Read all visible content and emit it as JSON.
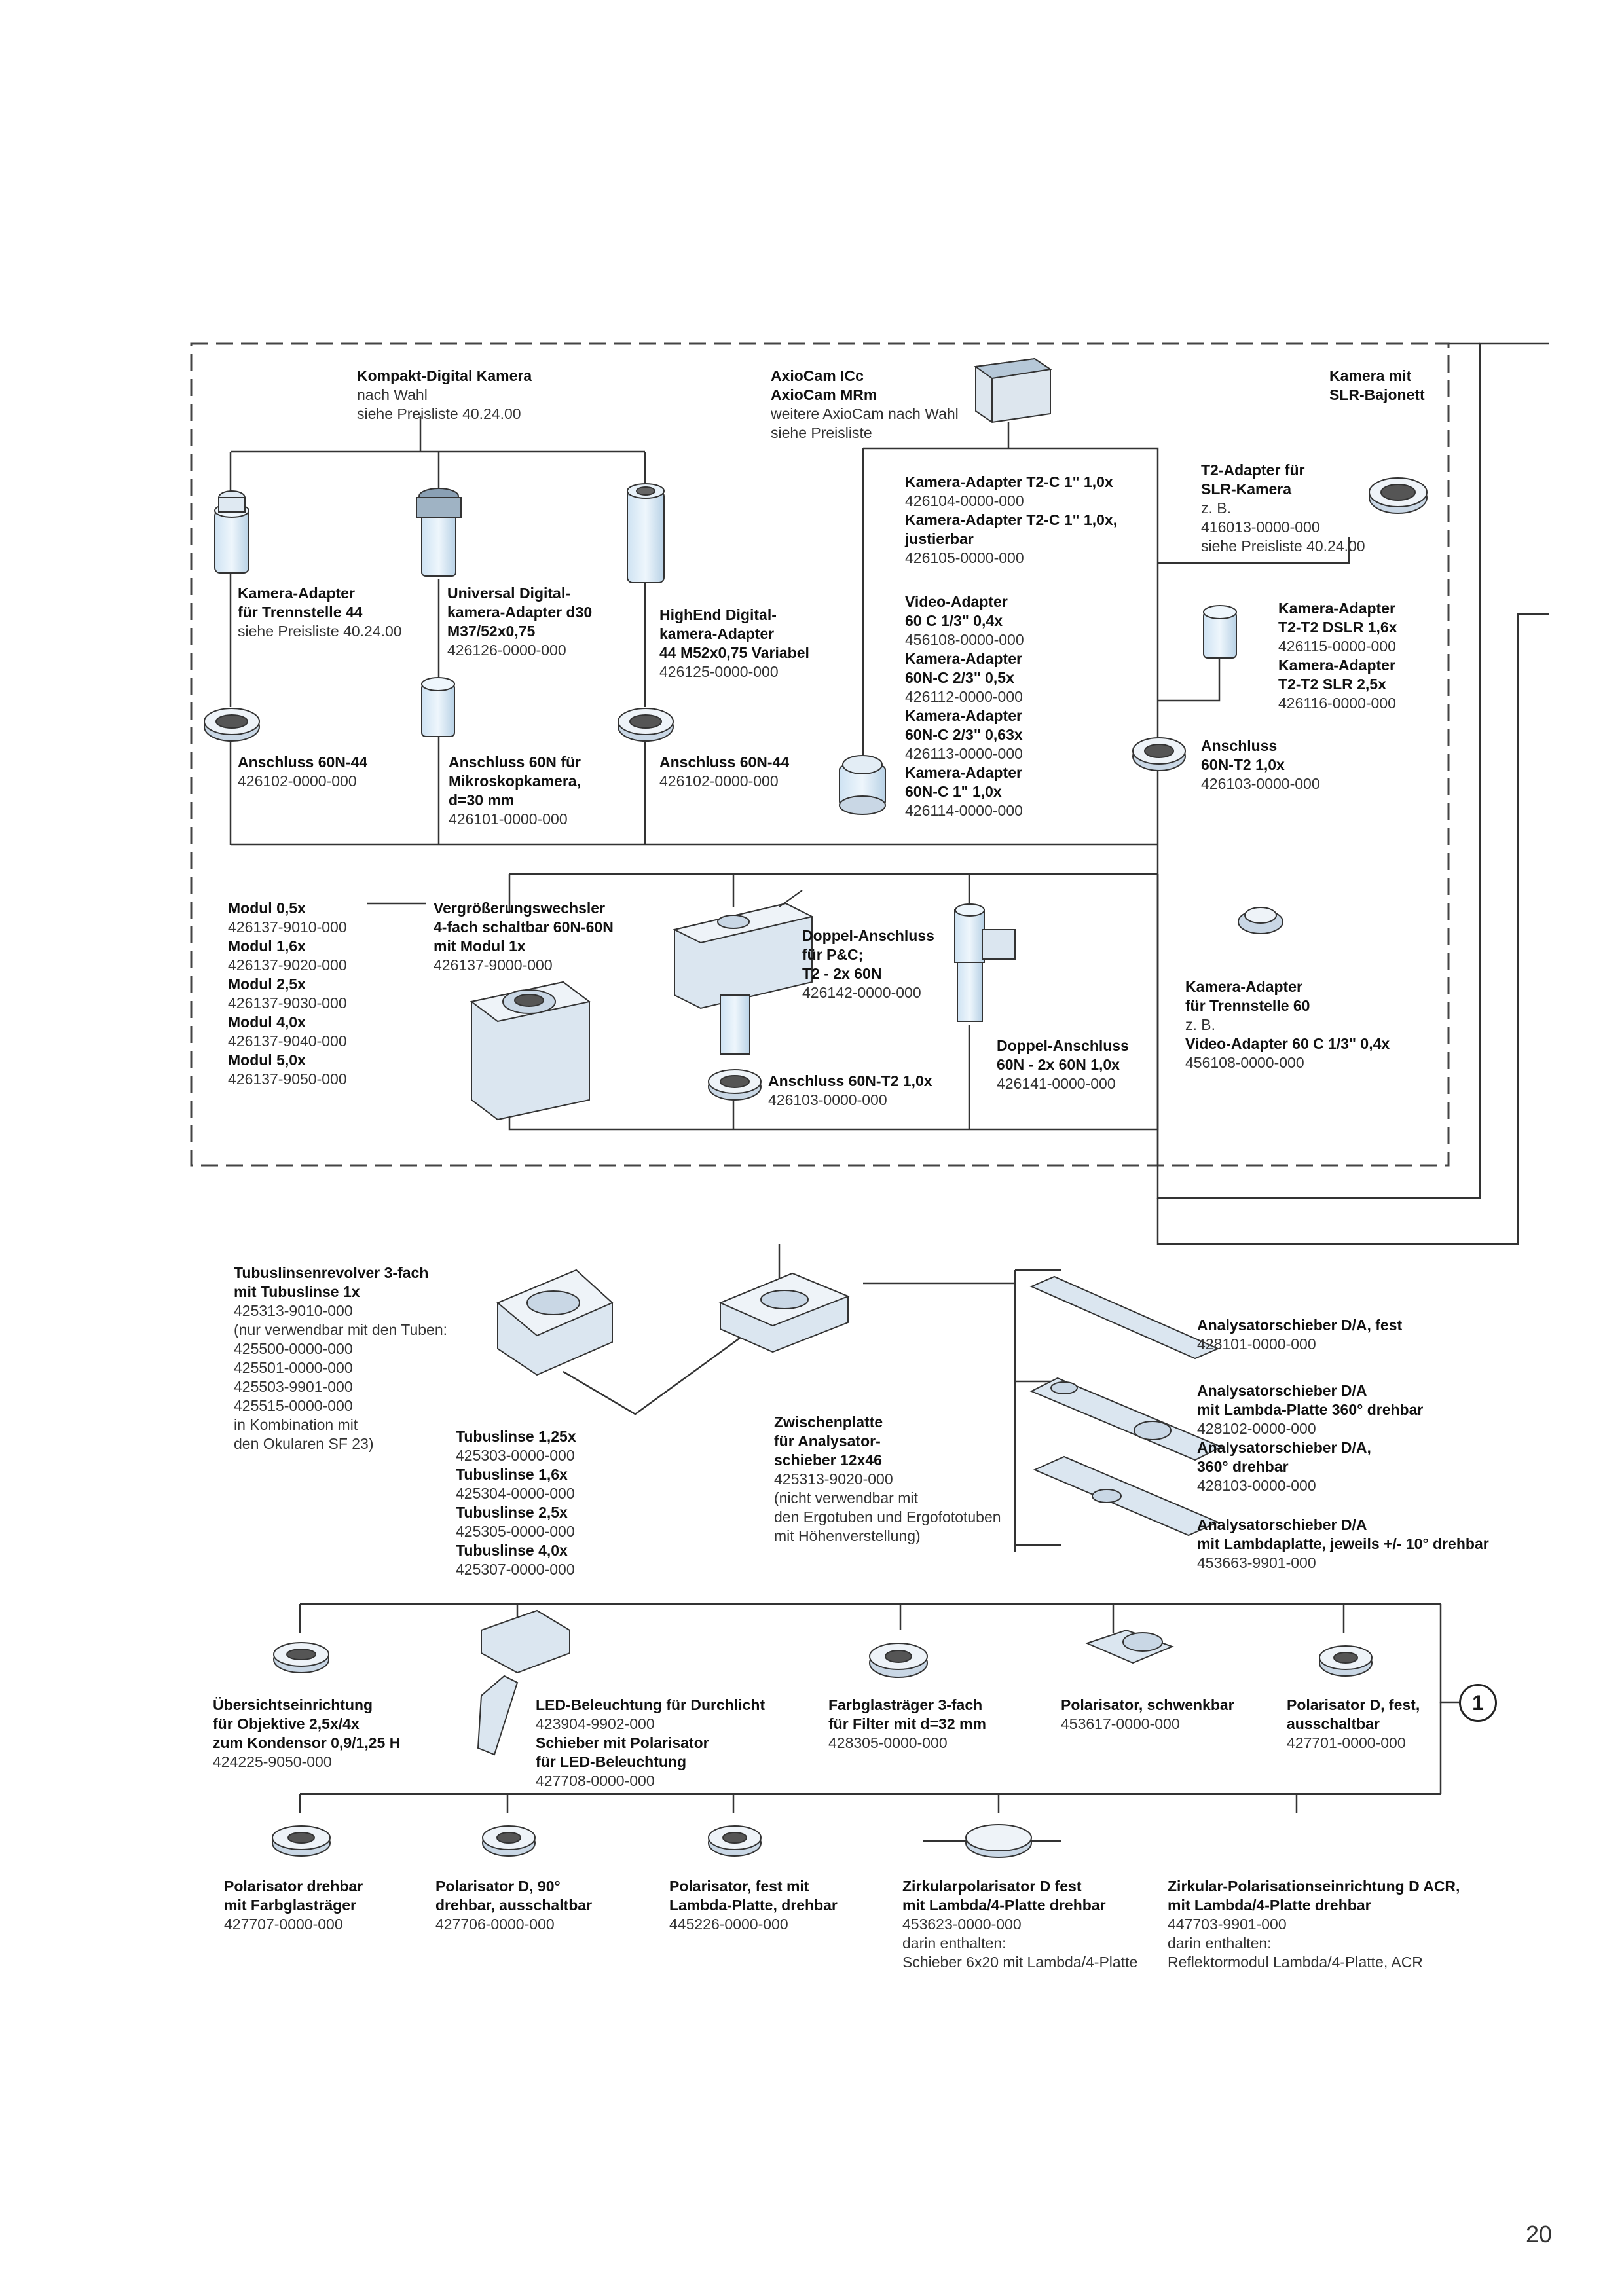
{
  "page_number": "20",
  "marker": "1",
  "labels": {
    "kompakt": [
      {
        "t": "Kompakt-Digital Kamera",
        "b": true
      },
      {
        "t": "nach Wahl",
        "b": false
      },
      {
        "t": "siehe Preisliste 40.24.00",
        "b": false
      }
    ],
    "axiocam": [
      {
        "t": "AxioCam ICc",
        "b": true
      },
      {
        "t": "AxioCam MRm",
        "b": true
      },
      {
        "t": "weitere AxioCam nach Wahl",
        "b": false
      },
      {
        "t": "siehe Preisliste",
        "b": false
      }
    ],
    "slr_cam": [
      {
        "t": "Kamera mit",
        "b": true
      },
      {
        "t": "SLR-Bajonett",
        "b": true
      }
    ],
    "t2c": [
      {
        "t": "Kamera-Adapter T2-C 1\" 1,0x",
        "b": true
      },
      {
        "t": "426104-0000-000",
        "b": false
      },
      {
        "t": "Kamera-Adapter T2-C 1\" 1,0x,",
        "b": true
      },
      {
        "t": "justierbar",
        "b": true
      },
      {
        "t": "426105-0000-000",
        "b": false
      }
    ],
    "t2slr": [
      {
        "t": "T2-Adapter für",
        "b": true
      },
      {
        "t": "SLR-Kamera",
        "b": true
      },
      {
        "t": "z. B.",
        "b": false
      },
      {
        "t": "416013-0000-000",
        "b": false
      },
      {
        "t": "siehe Preisliste 40.24.00",
        "b": false
      }
    ],
    "trenn44": [
      {
        "t": "Kamera-Adapter",
        "b": true
      },
      {
        "t": "für Trennstelle 44",
        "b": true
      },
      {
        "t": "siehe Preisliste 40.24.00",
        "b": false
      }
    ],
    "univ": [
      {
        "t": "Universal Digital-",
        "b": true
      },
      {
        "t": "kamera-Adapter d30",
        "b": true
      },
      {
        "t": "M37/52x0,75",
        "b": true
      },
      {
        "t": "426126-0000-000",
        "b": false
      }
    ],
    "highend": [
      {
        "t": "HighEnd Digital-",
        "b": true
      },
      {
        "t": "kamera-Adapter",
        "b": true
      },
      {
        "t": "44 M52x0,75  Variabel",
        "b": true
      },
      {
        "t": "426125-0000-000",
        "b": false
      }
    ],
    "video": [
      {
        "t": "Video-Adapter",
        "b": true
      },
      {
        "t": "60 C 1/3\" 0,4x",
        "b": true
      },
      {
        "t": "456108-0000-000",
        "b": false
      },
      {
        "t": "Kamera-Adapter",
        "b": true
      },
      {
        "t": "60N-C 2/3\" 0,5x",
        "b": true
      },
      {
        "t": "426112-0000-000",
        "b": false
      },
      {
        "t": "Kamera-Adapter",
        "b": true
      },
      {
        "t": "60N-C 2/3\" 0,63x",
        "b": true
      },
      {
        "t": "426113-0000-000",
        "b": false
      },
      {
        "t": "Kamera-Adapter",
        "b": true
      },
      {
        "t": "60N-C 1\" 1,0x",
        "b": true
      },
      {
        "t": "426114-0000-000",
        "b": false
      }
    ],
    "t2t2": [
      {
        "t": "Kamera-Adapter",
        "b": true
      },
      {
        "t": "T2-T2 DSLR 1,6x",
        "b": true
      },
      {
        "t": "426115-0000-000",
        "b": false
      },
      {
        "t": "Kamera-Adapter",
        "b": true
      },
      {
        "t": "T2-T2 SLR 2,5x",
        "b": true
      },
      {
        "t": "426116-0000-000",
        "b": false
      }
    ],
    "ans44a": [
      {
        "t": "Anschluss 60N-44",
        "b": true
      },
      {
        "t": "426102-0000-000",
        "b": false
      }
    ],
    "ans60n": [
      {
        "t": "Anschluss 60N für",
        "b": true
      },
      {
        "t": "Mikroskopkamera,",
        "b": true
      },
      {
        "t": "d=30 mm",
        "b": true
      },
      {
        "t": "426101-0000-000",
        "b": false
      }
    ],
    "ans44b": [
      {
        "t": "Anschluss 60N-44",
        "b": true
      },
      {
        "t": "426102-0000-000",
        "b": false
      }
    ],
    "ansT2a": [
      {
        "t": "Anschluss",
        "b": true
      },
      {
        "t": "60N-T2 1,0x",
        "b": true
      },
      {
        "t": "426103-0000-000",
        "b": false
      }
    ],
    "modul": [
      {
        "t": "Modul 0,5x",
        "b": true
      },
      {
        "t": "426137-9010-000",
        "b": false
      },
      {
        "t": "Modul 1,6x",
        "b": true
      },
      {
        "t": "426137-9020-000",
        "b": false
      },
      {
        "t": "Modul 2,5x",
        "b": true
      },
      {
        "t": "426137-9030-000",
        "b": false
      },
      {
        "t": "Modul 4,0x",
        "b": true
      },
      {
        "t": "426137-9040-000",
        "b": false
      },
      {
        "t": "Modul 5,0x",
        "b": true
      },
      {
        "t": "426137-9050-000",
        "b": false
      }
    ],
    "vergr": [
      {
        "t": "Vergrößerungswechsler",
        "b": true
      },
      {
        "t": "4-fach schaltbar 60N-60N",
        "b": true
      },
      {
        "t": "mit Modul 1x",
        "b": true
      },
      {
        "t": "426137-9000-000",
        "b": false
      }
    ],
    "doppelpc": [
      {
        "t": "Doppel-Anschluss",
        "b": true
      },
      {
        "t": "für P&C;",
        "b": true
      },
      {
        "t": "T2 - 2x 60N",
        "b": true
      },
      {
        "t": "426142-0000-000",
        "b": false
      }
    ],
    "ansT2b": [
      {
        "t": "Anschluss 60N-T2 1,0x",
        "b": true
      },
      {
        "t": "426103-0000-000",
        "b": false
      }
    ],
    "doppel60": [
      {
        "t": "Doppel-Anschluss",
        "b": true
      },
      {
        "t": "60N - 2x 60N 1,0x",
        "b": true
      },
      {
        "t": "426141-0000-000",
        "b": false
      }
    ],
    "trenn60": [
      {
        "t": "Kamera-Adapter",
        "b": true
      },
      {
        "t": "für Trennstelle 60",
        "b": true
      },
      {
        "t": "z. B.",
        "b": false
      },
      {
        "t": "Video-Adapter 60 C 1/3\" 0,4x",
        "b": true
      },
      {
        "t": "456108-0000-000",
        "b": false
      }
    ],
    "tubusrev": [
      {
        "t": "Tubuslinsenrevolver 3-fach",
        "b": true
      },
      {
        "t": "mit Tubuslinse 1x",
        "b": true
      },
      {
        "t": "425313-9010-000",
        "b": false
      },
      {
        "t": "(nur verwendbar mit den Tuben:",
        "b": false
      },
      {
        "t": "425500-0000-000",
        "b": false
      },
      {
        "t": "425501-0000-000",
        "b": false
      },
      {
        "t": "425503-9901-000",
        "b": false
      },
      {
        "t": "425515-0000-000",
        "b": false
      },
      {
        "t": "in Kombination mit",
        "b": false
      },
      {
        "t": "den Okularen SF 23)",
        "b": false
      }
    ],
    "tubuslinse": [
      {
        "t": "Tubuslinse 1,25x",
        "b": true
      },
      {
        "t": "425303-0000-000",
        "b": false
      },
      {
        "t": "Tubuslinse 1,6x",
        "b": true
      },
      {
        "t": "425304-0000-000",
        "b": false
      },
      {
        "t": "Tubuslinse 2,5x",
        "b": true
      },
      {
        "t": "425305-0000-000",
        "b": false
      },
      {
        "t": "Tubuslinse 4,0x",
        "b": true
      },
      {
        "t": "425307-0000-000",
        "b": false
      }
    ],
    "zwischen": [
      {
        "t": "Zwischenplatte",
        "b": true
      },
      {
        "t": "für Analysator-",
        "b": true
      },
      {
        "t": "schieber 12x46",
        "b": true
      },
      {
        "t": "425313-9020-000",
        "b": false
      },
      {
        "t": "(nicht verwendbar mit",
        "b": false
      },
      {
        "t": "den Ergotuben und Ergofototuben",
        "b": false
      },
      {
        "t": "mit Höhenverstellung)",
        "b": false
      }
    ],
    "ana1": [
      {
        "t": "Analysatorschieber D/A, fest",
        "b": true
      },
      {
        "t": "428101-0000-000",
        "b": false
      }
    ],
    "ana2": [
      {
        "t": "Analysatorschieber D/A",
        "b": true
      },
      {
        "t": "mit Lambda-Platte 360° drehbar",
        "b": true
      },
      {
        "t": "428102-0000-000",
        "b": false
      },
      {
        "t": "Analysatorschieber D/A,",
        "b": true
      },
      {
        "t": "360° drehbar",
        "b": true
      },
      {
        "t": "428103-0000-000",
        "b": false
      }
    ],
    "ana3": [
      {
        "t": "Analysatorschieber D/A",
        "b": true
      },
      {
        "t": "mit Lambdaplatte, jeweils +/- 10° drehbar",
        "b": true
      },
      {
        "t": "453663-9901-000",
        "b": false
      }
    ],
    "uebersicht": [
      {
        "t": "Übersichtseinrichtung",
        "b": true
      },
      {
        "t": "für Objektive 2,5x/4x",
        "b": true
      },
      {
        "t": "zum Kondensor 0,9/1,25 H",
        "b": true
      },
      {
        "t": "424225-9050-000",
        "b": false
      }
    ],
    "led": [
      {
        "t": "LED-Beleuchtung für Durchlicht",
        "b": true
      },
      {
        "t": "423904-9902-000",
        "b": false
      },
      {
        "t": "Schieber mit Polarisator",
        "b": true
      },
      {
        "t": "für LED-Beleuchtung",
        "b": true
      },
      {
        "t": "427708-0000-000",
        "b": false
      }
    ],
    "farbglas": [
      {
        "t": "Farbglasträger 3-fach",
        "b": true
      },
      {
        "t": "für Filter mit d=32 mm",
        "b": true
      },
      {
        "t": "428305-0000-000",
        "b": false
      }
    ],
    "polschwenk": [
      {
        "t": "Polarisator, schwenkbar",
        "b": true
      },
      {
        "t": "453617-0000-000",
        "b": false
      }
    ],
    "polfest": [
      {
        "t": "Polarisator D, fest,",
        "b": true
      },
      {
        "t": "ausschaltbar",
        "b": true
      },
      {
        "t": "427701-0000-000",
        "b": false
      }
    ],
    "poldreh": [
      {
        "t": "Polarisator drehbar",
        "b": true
      },
      {
        "t": "mit Farbglasträger",
        "b": true
      },
      {
        "t": "427707-0000-000",
        "b": false
      }
    ],
    "pold90": [
      {
        "t": "Polarisator D, 90°",
        "b": true
      },
      {
        "t": "drehbar, ausschaltbar",
        "b": true
      },
      {
        "t": "427706-0000-000",
        "b": false
      }
    ],
    "pollambda": [
      {
        "t": "Polarisator, fest mit",
        "b": true
      },
      {
        "t": "Lambda-Platte, drehbar",
        "b": true
      },
      {
        "t": "445226-0000-000",
        "b": false
      }
    ],
    "zirk": [
      {
        "t": "Zirkularpolarisator D fest",
        "b": true
      },
      {
        "t": "mit Lambda/4-Platte drehbar",
        "b": true
      },
      {
        "t": "453623-0000-000",
        "b": false
      },
      {
        "t": "darin enthalten:",
        "b": false
      },
      {
        "t": "Schieber 6x20 mit Lambda/4-Platte",
        "b": false
      }
    ],
    "zirkacr": [
      {
        "t": "Zirkular-Polarisationseinrichtung D ACR,",
        "b": true
      },
      {
        "t": "mit Lambda/4-Platte drehbar",
        "b": true
      },
      {
        "t": "447703-9901-000",
        "b": false
      },
      {
        "t": "darin enthalten:",
        "b": false
      },
      {
        "t": "Reflektormodul Lambda/4-Platte, ACR",
        "b": false
      }
    ]
  }
}
